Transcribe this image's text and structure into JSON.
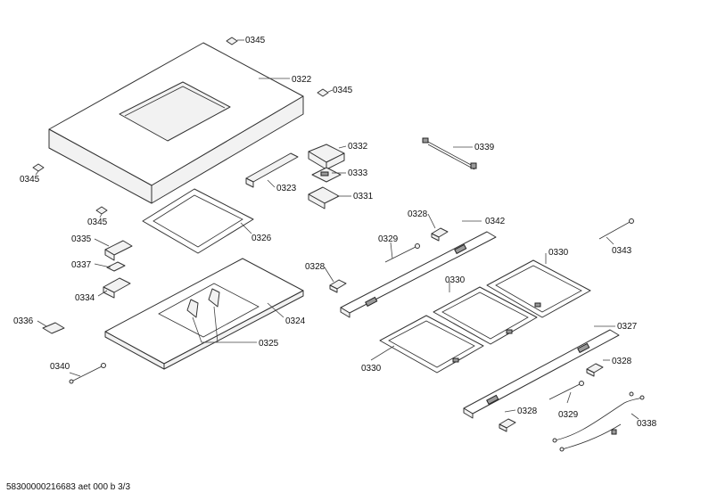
{
  "labels": {
    "p0345a": "0345",
    "p0322": "0322",
    "p0345b": "0345",
    "p0345c": "0345",
    "p0332": "0332",
    "p0339": "0339",
    "p0333": "0333",
    "p0323": "0323",
    "p0331": "0331",
    "p0345d": "0345",
    "p0326": "0326",
    "p0335": "0335",
    "p0337": "0337",
    "p0334": "0334",
    "p0336": "0336",
    "p0324": "0324",
    "p0325": "0325",
    "p0340": "0340",
    "p0328a": "0328",
    "p0342": "0342",
    "p0329a": "0329",
    "p0343": "0343",
    "p0328b": "0328",
    "p0330a": "0330",
    "p0330b": "0330",
    "p0330c": "0330",
    "p0327": "0327",
    "p0328c": "0328",
    "p0329b": "0329",
    "p0328d": "0328",
    "p0338": "0338"
  },
  "footer": {
    "doc_id": "58300000216683 aet 000 b 3/3"
  }
}
